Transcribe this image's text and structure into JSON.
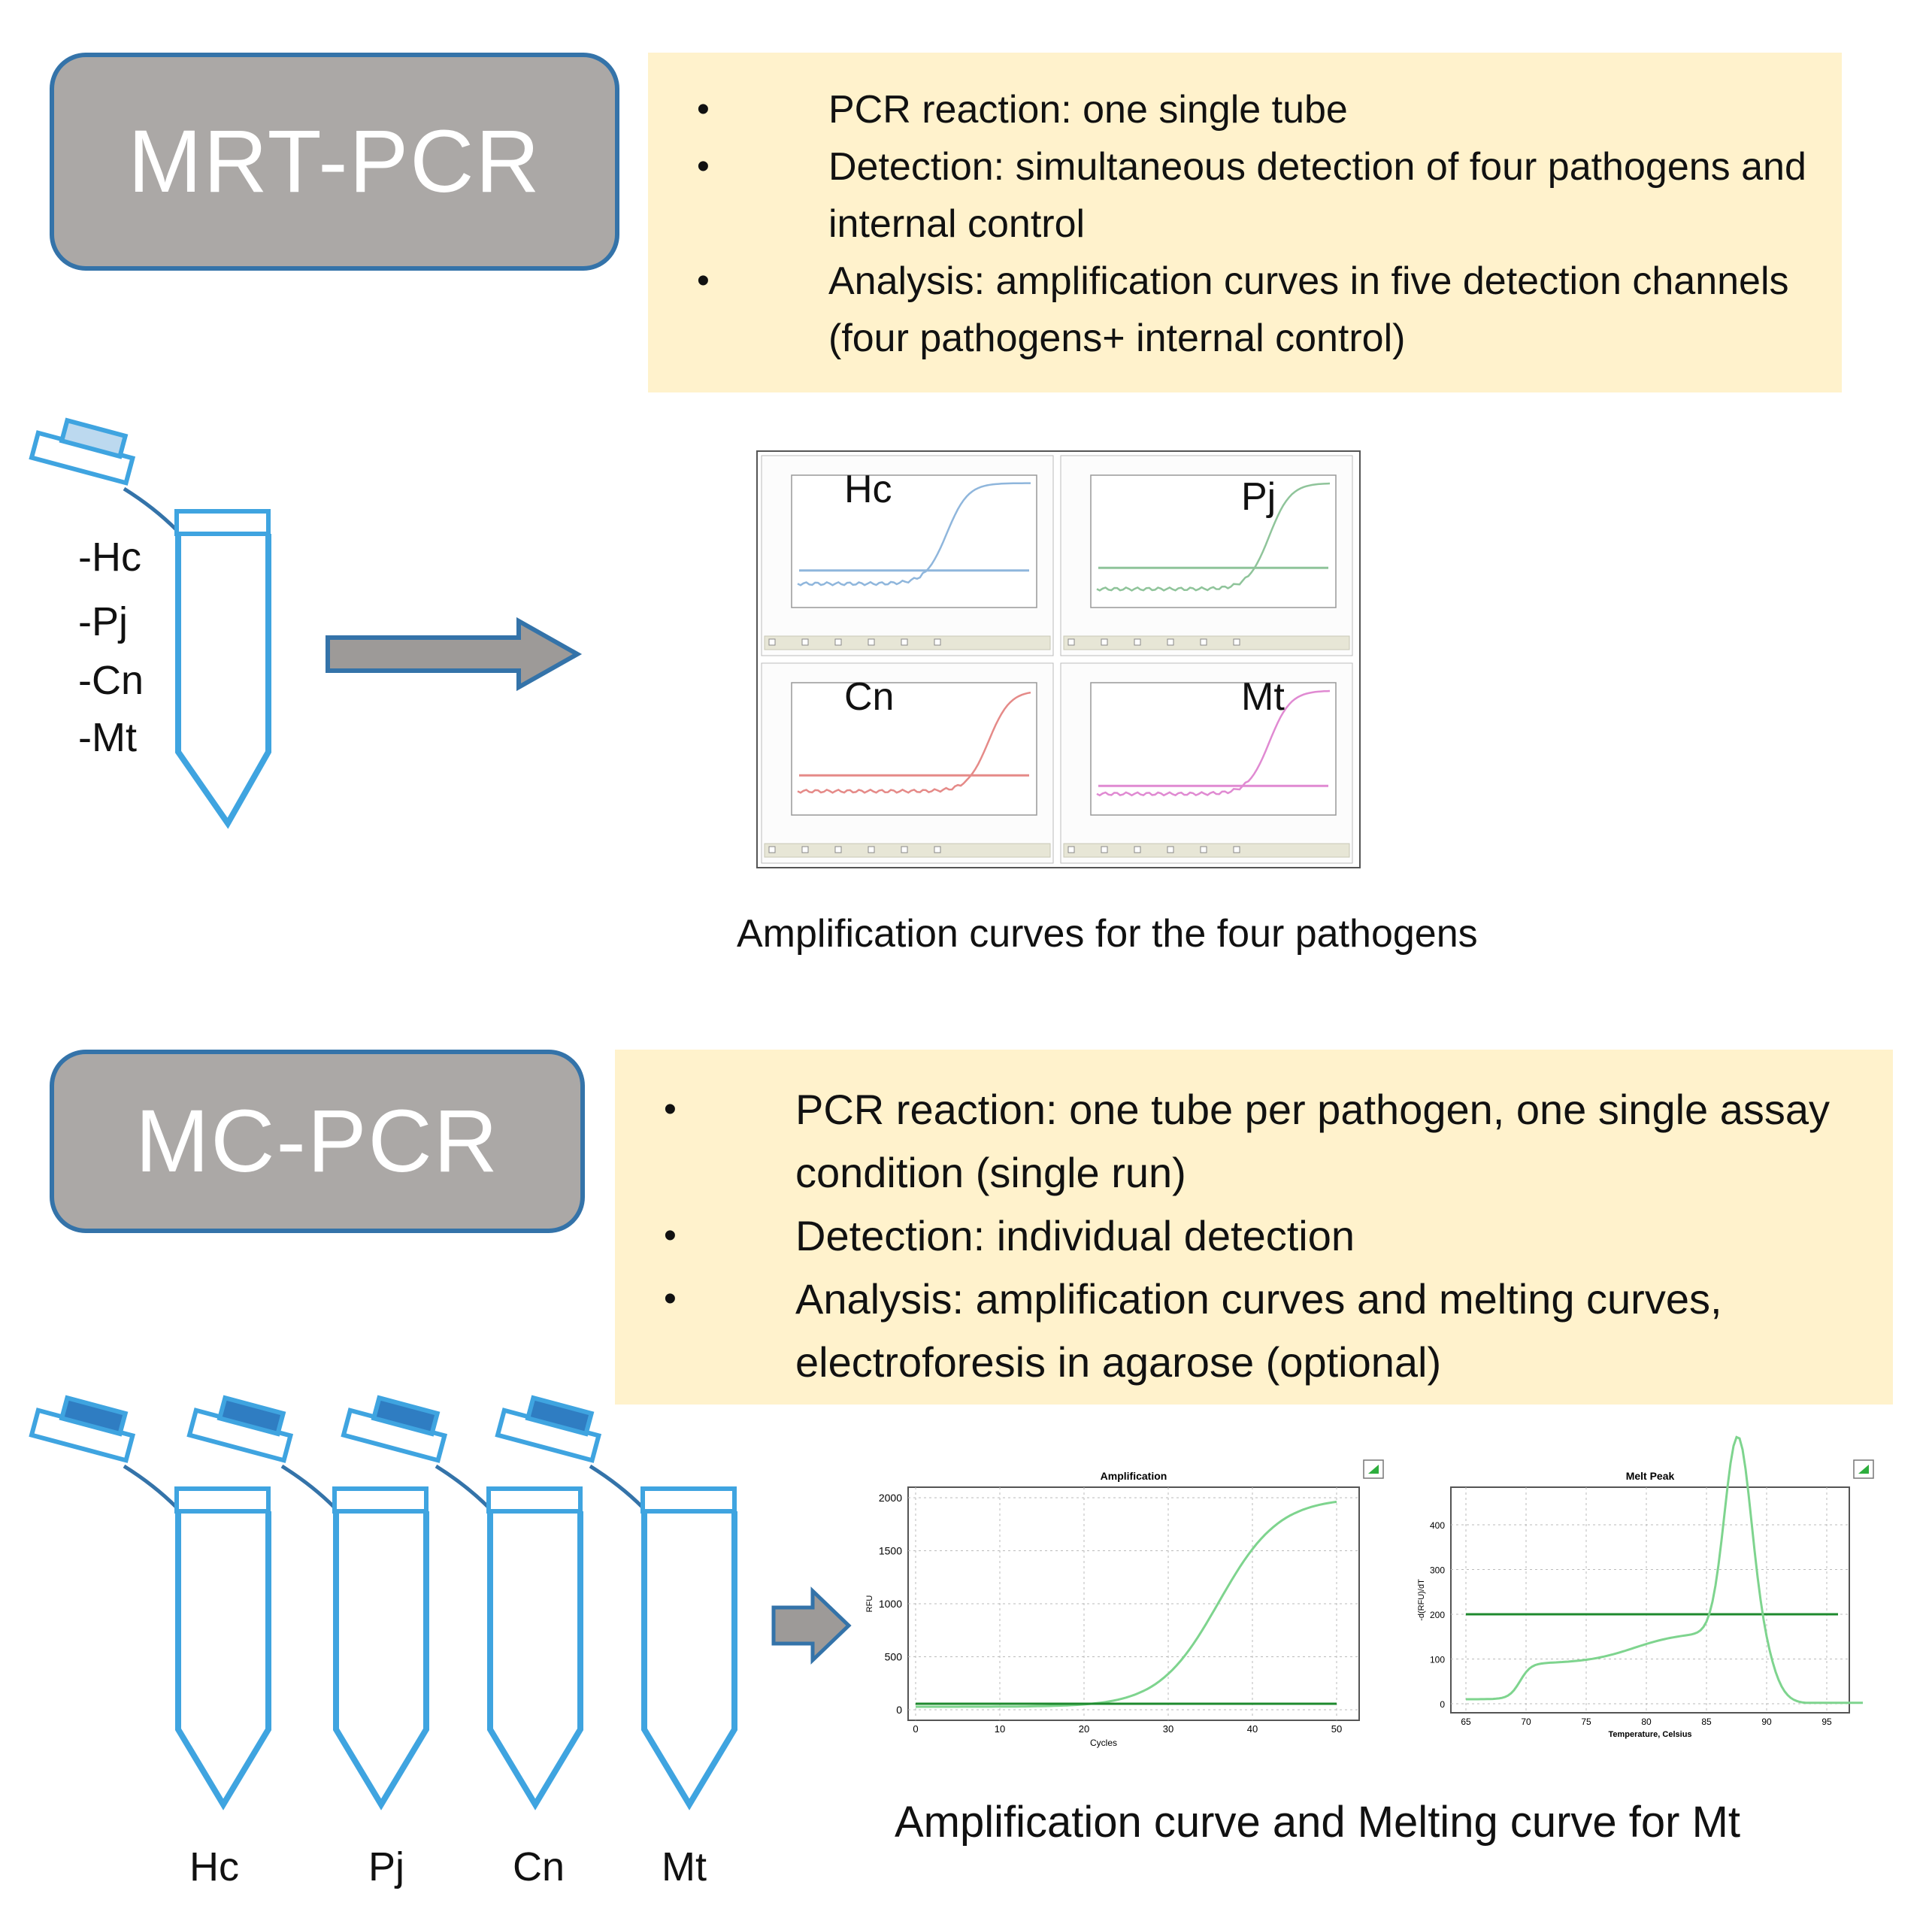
{
  "mrt": {
    "title": "MRT-PCR",
    "bullets": [
      "PCR reaction: one single tube",
      "Detection: simultaneous detection of four pathogens and internal control",
      "Analysis: amplification curves in five detection channels (four pathogens+ internal control)"
    ],
    "tube_labels": [
      "-Hc",
      "-Pj",
      "-Cn",
      "-Mt"
    ],
    "panels": [
      {
        "label": "Hc",
        "color": "#8fb6dc"
      },
      {
        "label": "Pj",
        "color": "#8fc49a"
      },
      {
        "label": "Cn",
        "color": "#e58a88"
      },
      {
        "label": "Mt",
        "color": "#e08ad2"
      }
    ],
    "caption": "Amplification curves for the  four pathogens"
  },
  "mc": {
    "title": "MC-PCR",
    "bullets": [
      "PCR reaction: one tube per pathogen, one single assay condition (single run)",
      "Detection: individual detection",
      "Analysis: amplification curves and melting curves, electroforesis in agarose (optional)"
    ],
    "tube_labels": [
      "Hc",
      "Pj",
      "Cn",
      "Mt"
    ],
    "caption": "Amplification curve and Melting curve for Mt"
  },
  "amplification_chart": {
    "title": "Amplification",
    "ylabel": "RFU",
    "xlabel": "Cycles",
    "yticks": [
      "2000",
      "1500",
      "1000",
      "500",
      "0"
    ],
    "xticks": [
      "0",
      "10",
      "20",
      "30",
      "40",
      "50"
    ]
  },
  "melt_chart": {
    "title": "Melt Peak",
    "ylabel": "-d(RFU)/dT",
    "xlabel": "Temperature, Celsius",
    "yticks": [
      "400",
      "300",
      "200",
      "100",
      "0"
    ],
    "xticks": [
      "65",
      "70",
      "75",
      "80",
      "85",
      "90",
      "95"
    ]
  },
  "colors": {
    "tube_blue": "#3fa4e0",
    "border_blue": "#3473a9",
    "arrow_gray": "#9d9a98",
    "note_bg": "#fff2cc",
    "title_gray": "#aba8a6"
  }
}
